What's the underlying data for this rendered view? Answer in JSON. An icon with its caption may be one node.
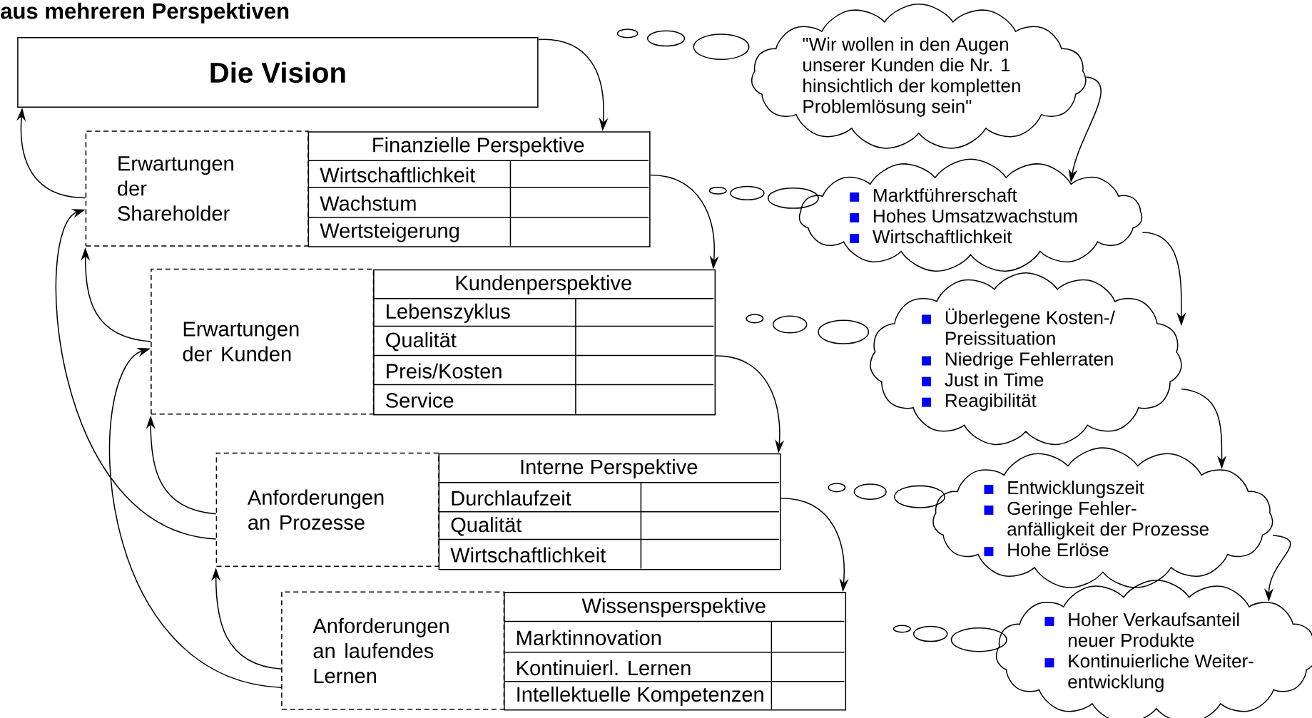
{
  "diagram": {
    "title": "aus mehreren Perspektiven",
    "nodes": [
      {
        "text": [
          "Die Vision"
        ]
      },
      {
        "text": [
          "Erwartungen der Shareholder"
        ]
      },
      {
        "text": [
          "Finanzielle Perspektive",
          "Wirtschaftlichkeit",
          "Wachstum",
          "Wertsteigerung"
        ]
      },
      {
        "text": [
          "Erwartungen der Kunden"
        ]
      },
      {
        "text": [
          "Kundenperspektive",
          "Lebenszyklus",
          "Qualität",
          "Preis/Kosten",
          "Service"
        ]
      },
      {
        "text": [
          "Anforderungen an Prozesse"
        ]
      },
      {
        "text": [
          "Interne Perspektive",
          "Durchlaufzeit",
          "Qualität",
          "Wirtschaftlichkeit"
        ]
      },
      {
        "text": [
          "Anforderungen an laufendes Lernen"
        ]
      },
      {
        "text": [
          "Wissensperspektive",
          "Marktinnovation",
          "Kontinuierl. Lernen",
          "Intellektuelle Kompetenzen"
        ]
      },
      {
        "text": [
          "\"Wir wollen in den Augen unserer Kunden die Nr. 1 hinsichtlich der kompletten Problemlösung sein\""
        ]
      },
      {
        "text": [
          "Marktführerschaft",
          "Hohes Umsatzwachstum",
          "Wirtschaftlichkeit"
        ]
      },
      {
        "text": [
          "Überlegene Kosten-/ Preissituation",
          "Niedrige Fehlerraten",
          "Just in Time",
          "Reagibilität"
        ]
      },
      {
        "text": [
          "Entwicklungszeit",
          "Geringe Fehler- anfälligkeit der Prozesse",
          "Hohe Erlöse"
        ]
      },
      {
        "text": [
          "Hoher Verkaufsanteil neuer Produkte",
          "Kontinuierliche Weiter- entwicklung"
        ]
      }
    ],
    "edges": [
      {
        "from": 0,
        "to": 2,
        "arrow": "to"
      },
      {
        "from": 2,
        "to": 4,
        "arrow": "to"
      },
      {
        "from": 4,
        "to": 6,
        "arrow": "to"
      },
      {
        "from": 6,
        "to": 8,
        "arrow": "to"
      },
      {
        "from": 1,
        "to": 0,
        "arrow": "to"
      },
      {
        "from": 3,
        "to": 1,
        "arrow": "to"
      },
      {
        "from": 5,
        "to": 3,
        "arrow": "to"
      },
      {
        "from": 7,
        "to": 5,
        "arrow": "to"
      },
      {
        "from": 5,
        "to": 1,
        "arrow": "to"
      },
      {
        "from": 7,
        "to": 3,
        "arrow": "to"
      },
      {
        "from": 9,
        "to": 10,
        "arrow": "to"
      },
      {
        "from": 10,
        "to": 11,
        "arrow": "to"
      },
      {
        "from": 11,
        "to": 12,
        "arrow": "to"
      },
      {
        "from": 12,
        "to": 13,
        "arrow": "to"
      }
    ]
  }
}
